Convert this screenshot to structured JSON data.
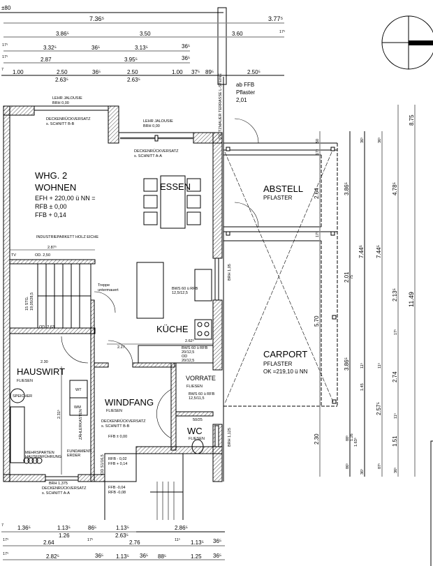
{
  "top_dims": {
    "r0": [
      "±80"
    ],
    "r1": [
      "7.36⁵",
      "3.77⁵"
    ],
    "r2": [
      "3.86⁵",
      "3.50",
      "3.60",
      "17⁵"
    ],
    "r3": [
      "17⁵",
      "3.32⁵",
      "36⁵",
      "3.13⁵",
      "36⁵"
    ],
    "r4": [
      "17⁵",
      "2.87",
      "3.95⁵",
      "36⁵"
    ],
    "r5": [
      "7",
      "1.00",
      "2.50",
      "2.63⁵",
      "36⁵",
      "2.50",
      "2.63⁵",
      "1.00",
      "37⁵",
      "89⁵",
      "2.50⁵"
    ]
  },
  "bottom_dims": {
    "r1": [
      "7",
      "1.36⁵",
      "1.13⁵",
      "1.26",
      "86⁵",
      "1.13⁵",
      "2.63⁵",
      "2.86⁵"
    ],
    "r2": [
      "17⁵",
      "2.64",
      "17⁵",
      "2.76",
      "11⁵",
      "1.13⁵",
      "36⁵"
    ],
    "r3": [
      "17⁵",
      "2.82⁵",
      "36⁵",
      "1.13⁵",
      "36⁵",
      "88⁵",
      "1.25",
      "36⁵"
    ]
  },
  "right_dims": [
    "50",
    "17⁵",
    "2.64",
    "17⁵",
    "5.70",
    "2.30",
    "3.86⁵",
    "2.01",
    "75",
    "88⁵",
    "1.26",
    "1.63⁵",
    "86⁵",
    "36⁵",
    "7.44⁵",
    "1.45",
    "11⁵",
    "36⁵",
    "7.44⁵",
    "2.57⁵",
    "11⁵",
    "87⁵",
    "36⁵",
    "4.78⁵",
    "17⁵",
    "2.13⁵",
    "2.74",
    "1.51",
    "11⁵",
    "36⁵",
    "8.75",
    "11.49"
  ],
  "rooms": {
    "wohnen": {
      "title1": "WHG. 2",
      "title2": "WOHNEN",
      "l1": "EFH + 220,00 ü NN =",
      "l2": "RFB ± 0,00",
      "l3": "FFB + 0,14",
      "floor": "INDUSTRIEPARKETT HOLZ EICHE"
    },
    "essen": "ESSEN",
    "kueche": "KÜCHE",
    "hauswirt": {
      "title": "HAUSWIRT",
      "floor": "FLIESEN"
    },
    "windfang": {
      "title": "WINDFANG",
      "floor": "FLIESEN"
    },
    "vorrate": {
      "title": "VORRATE",
      "floor": "FLIESEN"
    },
    "wc": {
      "title": "WC",
      "floor": "FLIESEN"
    },
    "abstell": {
      "title": "ABSTELL",
      "floor": "PFLASTER"
    },
    "carport": {
      "title": "CARPORT",
      "floor": "PFLASTER",
      "level": "OK =219,10 ü NN"
    }
  },
  "annotations": {
    "jalousie1": [
      "LEHR JALOUSIE",
      "BRH 0,00"
    ],
    "jalousie2": [
      "LEHR JALOUSIE",
      "BRH 0,00"
    ],
    "deckenB1": [
      "DECKENRÜCKVERSATZ",
      "s. SCHNITT B-B"
    ],
    "deckenA1": [
      "DECKENRÜCKVERSATZ",
      "s. SCHNITT A-A"
    ],
    "deckenB2": [
      "DECKENRÜCKVERSATZ",
      "s. SCHNITT B-B"
    ],
    "deckenA2": [
      "BRH 1,375",
      "DECKENRÜCKVERSATZ",
      "s. SCHNITT A-A"
    ],
    "pflaster": [
      "ab FFB",
      "Pflaster",
      "2,01"
    ],
    "stuetzmauer": "STÜTZMAUER TERRASSE L-STEINE",
    "treppe": [
      "Treppe",
      "untermauert"
    ],
    "stufen": [
      "15 STG.",
      "19,05/28,5"
    ],
    "od1": "OD. 2,50",
    "od2": "OD. 2,63",
    "tv": "TV",
    "speicher": "SPEICHER",
    "brh105": "BRH 1,05",
    "brh1125": "BRH 1,125",
    "ffb000": "FFB ± 0,00",
    "rfb": [
      "RFB - 0,02",
      "FFB + 0,14"
    ],
    "ffbout": [
      "FFB -0,04",
      "RFB -0,08"
    ],
    "od_s": "OD S1/16,5",
    "wt": "WT",
    "wm": "WM",
    "fundament": [
      "FUNDAMENT-",
      "ERDER"
    ],
    "mehrsparten": [
      "MEHRSPARTEN",
      "HAUSEINFÜHRUNG"
    ],
    "zaehler": "ZÄHLERKASTEN",
    "dim287": "2.87⁵",
    "dim262": "2.62⁵",
    "dim230": "2.30",
    "dim227": "2.27",
    "dim231": "2.31⁵",
    "bws1": [
      "BWS 60 ü RFB",
      "12,5/12,5"
    ],
    "bws2": [
      "BWS 60 ü RFB",
      "20/12,5",
      "OD",
      "20/12,5"
    ],
    "bws3": [
      "BWS 60 ü RFB",
      "12,5/11,5"
    ],
    "vent": "50/25"
  },
  "north_arrow": {
    "direction": "east"
  }
}
